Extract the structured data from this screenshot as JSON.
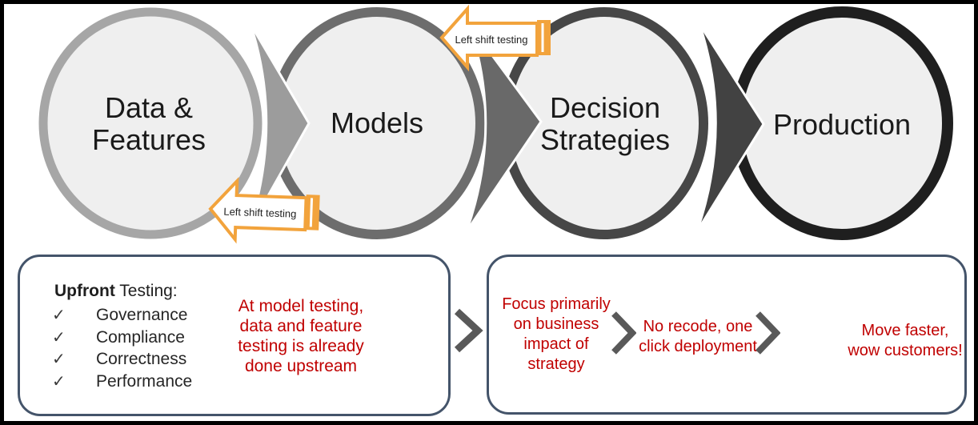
{
  "diagram": {
    "stages": [
      {
        "name": "data-features",
        "lines": [
          "Data &",
          "Features"
        ]
      },
      {
        "name": "models",
        "lines": [
          "Models"
        ]
      },
      {
        "name": "decision-strategies",
        "lines": [
          "Decision",
          "Strategies"
        ]
      },
      {
        "name": "production",
        "lines": [
          "Production"
        ]
      }
    ],
    "left_shift_arrow_top": {
      "label": "Left shift testing"
    },
    "left_shift_arrow_bottom": {
      "label": "Left shift testing"
    }
  },
  "upfront_box": {
    "title_bold": "Upfront",
    "title_rest": " Testing:",
    "check_glyph": "✓",
    "items": [
      "Governance",
      "Compliance",
      "Correctness",
      "Performance"
    ],
    "note_lines": [
      "At model testing,",
      "data and feature",
      "testing is already",
      "done upstream"
    ]
  },
  "benefits_box": {
    "steps": [
      {
        "lines": [
          "Focus primarily",
          "on business",
          "impact of",
          "strategy"
        ]
      },
      {
        "lines": [
          "No recode, one",
          "click deployment"
        ]
      },
      {
        "lines": [
          "Move faster,",
          "wow customers!"
        ]
      }
    ]
  },
  "colors": {
    "stage_fill": "#efefef",
    "stage_borders": [
      "#a6a6a6",
      "#6d6d6d",
      "#474747",
      "#1f1f1f"
    ],
    "flow_arrows": [
      "#9c9c9c",
      "#696969",
      "#424242"
    ],
    "left_shift_orange": "#f2a33c",
    "note_red": "#c00000",
    "box_border_navy": "#44546a",
    "chevron_gray": "#595959",
    "frame_black": "#000000"
  }
}
